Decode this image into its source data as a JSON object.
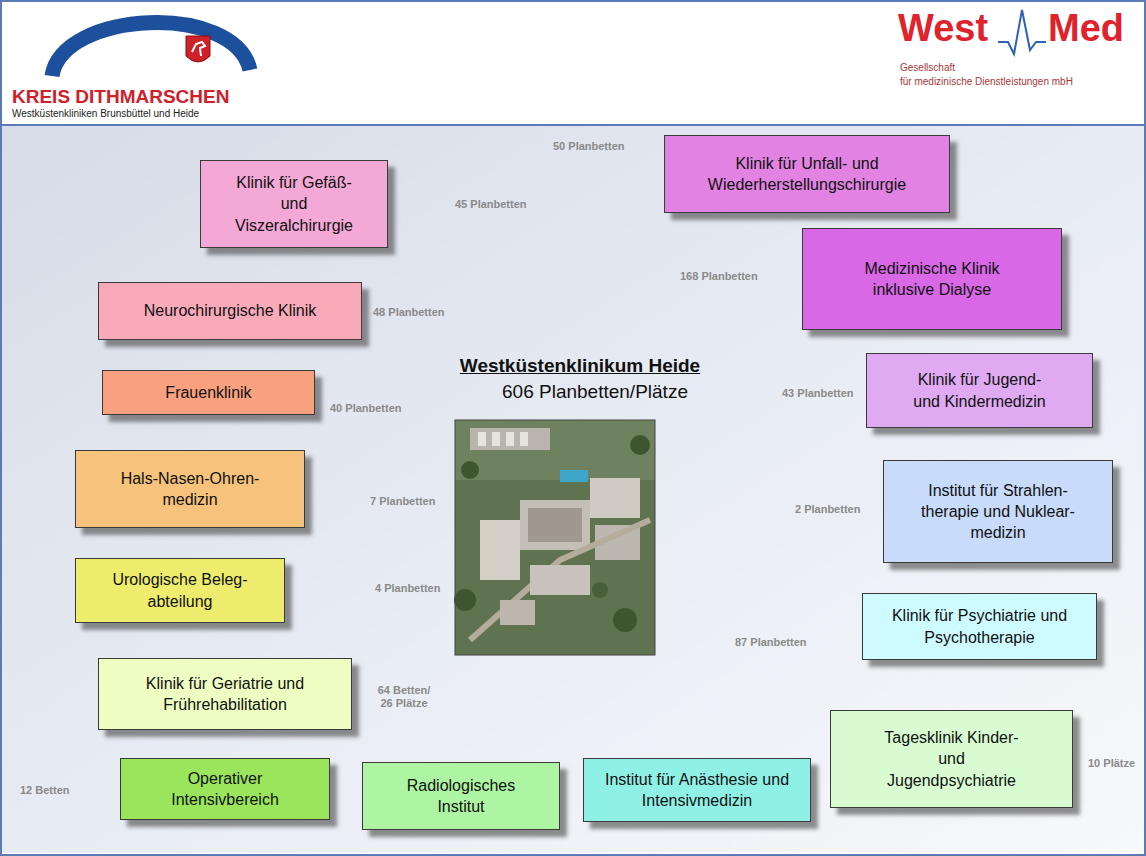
{
  "diagram": {
    "title": "Westküstenklinikum Heide",
    "nodes": [
      {
        "text": [
          "Klinik für Gefäß- und Viszeralchirurgie"
        ]
      },
      {
        "text": [
          "Klinik für Unfall- und Wiederherstellungschirurgie"
        ]
      },
      {
        "text": [
          "Neurochirurgische Klinik"
        ]
      },
      {
        "text": [
          "Medizinische Klinik inklusive Dialyse"
        ]
      },
      {
        "text": [
          "Frauenklinik"
        ]
      },
      {
        "text": [
          "Klinik für Jugend- und Kindermedizin"
        ]
      },
      {
        "text": [
          "Hals-Nasen-Ohren- medizin"
        ]
      },
      {
        "text": [
          "Institut für Strahlen- therapie und Nuklear- medizin"
        ]
      },
      {
        "text": [
          "Urologische Beleg- abteilung"
        ]
      },
      {
        "text": [
          "Klinik für Psychiatrie und Psychotherapie"
        ]
      },
      {
        "text": [
          "Klinik für Geriatrie und Frührehabilitation"
        ]
      },
      {
        "text": [
          "Tagesklinik Kinder- und Jugendpsychiatrie"
        ]
      },
      {
        "text": [
          "Operativer Intensivbereich"
        ]
      },
      {
        "text": [
          "Radiologisches Institut"
        ]
      },
      {
        "text": [
          "Institut für Anästhesie und Intensivmedizin"
        ]
      }
    ],
    "labels": [
      "KREIS DITHMARSCHEN",
      "Westküstenkliniken Brunsbüttel und Heide",
      "West",
      "Med",
      "Gesellschaft",
      "für medizinische Dienstleistungen mbH",
      "606 Planbetten/Plätze",
      "50 Planbetten",
      "45 Planbetten",
      "168 Planbetten",
      "48 Planbetten",
      "40 Planbetten",
      "43 Planbetten",
      "7 Planbetten",
      "2 Planbetten",
      "4 Planbetten",
      "87 Planbetten",
      "64 Betten/ 26 Plätze",
      "10 Plätze",
      "12 Betten"
    ]
  }
}
